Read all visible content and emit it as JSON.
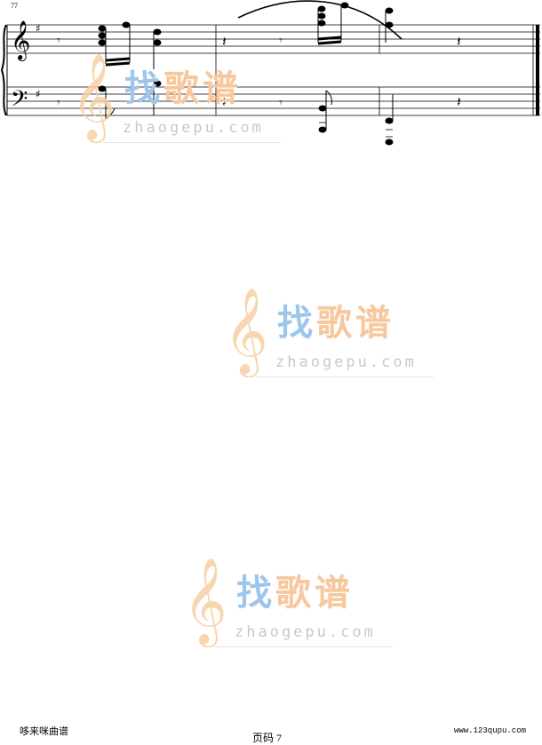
{
  "measure_number": "77",
  "watermark": {
    "title_part1": "找",
    "title_part2": "歌谱",
    "url": "zhaogepu.com"
  },
  "footer": {
    "left": "哆来咪曲谱",
    "center": "页码 7",
    "right": "www.123qupu.com"
  },
  "colors": {
    "watermark_blue": "#9cc6ec",
    "watermark_orange": "#f7c89d",
    "watermark_gray": "#c9c9c9"
  },
  "score": {
    "key_signature": "G major (one sharp)",
    "treble_clef": "treble",
    "bass_clef": "bass"
  }
}
